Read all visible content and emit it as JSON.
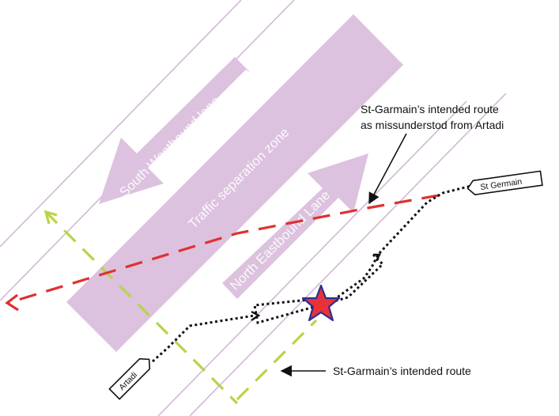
{
  "colors": {
    "lane": "#dcc2df",
    "lane_edge": "#d4b6d8",
    "misunderstood_route": "#e03131",
    "intended_route": "#b9d445",
    "ship_track": "#111111",
    "collision_star_fill": "#e8323a",
    "collision_star_stroke": "#2b2f8f"
  },
  "lanes": {
    "southwest_label": "South Westbound lane",
    "separation_label": "Traffic separation zone",
    "northeast_label": "North Eastbound Lane"
  },
  "ships": {
    "st_germain": "St Germain",
    "artadi": "Artadi"
  },
  "annotations": {
    "misunderstood_line1": "St-Garmain’s intended route",
    "misunderstood_line2": "as missunderstod from Artadi",
    "intended": "St-Garmain’s intended route"
  },
  "icons": {
    "collision": "star-icon"
  }
}
